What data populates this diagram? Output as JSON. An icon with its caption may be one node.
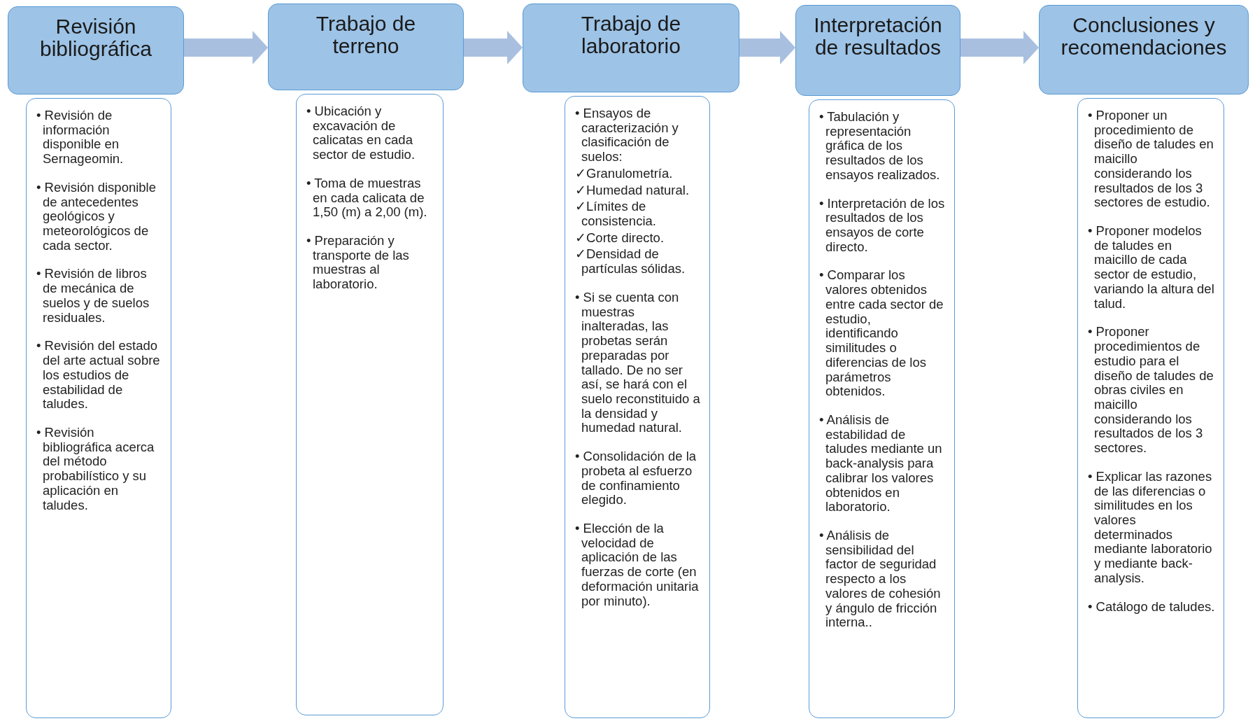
{
  "diagram": {
    "nodes": [
      {
        "text": [
          "Revisión bibliográfica"
        ]
      },
      {
        "text": [
          "• Revisión de información disponible en Sernageomin.",
          "• Revisión disponible de antecedentes geológicos y meteorológicos de cada sector.",
          "• Revisión de libros de mecánica de suelos y de suelos residuales.",
          "• Revisión del estado del arte actual sobre los estudios de estabilidad de taludes.",
          "• Revisión bibliográfica acerca del método probabilístico y su aplicación en taludes."
        ]
      },
      {
        "text": [
          "Trabajo de terreno"
        ]
      },
      {
        "text": [
          "• Ubicación y excavación de calicatas en cada sector de estudio.",
          "• Toma de muestras en cada calicata de 1,50 (m) a 2,00 (m).",
          "• Preparación y transporte de las muestras al laboratorio."
        ]
      },
      {
        "text": [
          "Trabajo de laboratorio"
        ]
      },
      {
        "text": [
          "• Ensayos de caracterización y clasificación de suelos:",
          "✓Granulometría.",
          "✓Humedad natural.",
          "✓Límites de consistencia.",
          "✓Corte directo.",
          "✓Densidad de partículas sólidas.",
          "• Si se cuenta con muestras inalteradas, las probetas serán preparadas por tallado. De no ser así, se hará con el suelo reconstituido a la densidad y humedad natural.",
          "• Consolidación de la probeta al esfuerzo de confinamiento elegido.",
          "• Elección de la velocidad de aplicación de las fuerzas de corte (en deformación unitaria por minuto)."
        ]
      },
      {
        "text": [
          "Interpretación de resultados"
        ]
      },
      {
        "text": [
          "• Tabulación y representación gráfica de los resultados de los ensayos realizados.",
          "• Interpretación de los resultados de los ensayos de corte directo.",
          "• Comparar los valores obtenidos entre cada sector de estudio, identificando similitudes o diferencias de los parámetros obtenidos.",
          "• Análisis de estabilidad de taludes mediante un back-analysis para calibrar los valores obtenidos en laboratorio.",
          "• Análisis de sensibilidad del factor de seguridad respecto a los valores de cohesión y ángulo de fricción interna.."
        ]
      },
      {
        "text": [
          "Conclusiones y recomendaciones"
        ]
      },
      {
        "text": [
          "• Proponer un procedimiento de diseño de taludes en maicillo considerando los resultados de los 3 sectores de estudio.",
          "• Proponer modelos de taludes en maicillo de cada sector de estudio, variando la altura del talud.",
          "• Proponer procedimientos de estudio para el diseño de taludes de obras civiles en maicillo considerando los resultados de los 3 sectores.",
          "• Explicar las razones de las diferencias o similitudes en los valores determinados mediante laboratorio y mediante back-analysis.",
          "• Catálogo de taludes."
        ]
      }
    ],
    "edges": [
      {
        "from": 0,
        "to": 2,
        "arrow": "to",
        "style": "thick"
      },
      {
        "from": 2,
        "to": 4,
        "arrow": "to",
        "style": "thick"
      },
      {
        "from": 4,
        "to": 6,
        "arrow": "to",
        "style": "thick"
      },
      {
        "from": 6,
        "to": 8,
        "arrow": "to",
        "style": "thick"
      }
    ]
  }
}
